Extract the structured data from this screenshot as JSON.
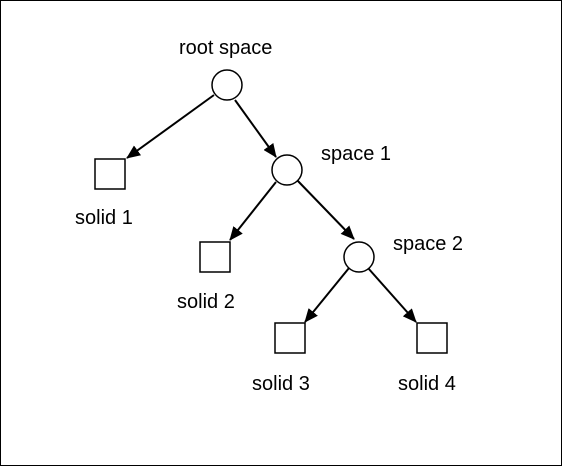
{
  "diagram": {
    "nodes": {
      "root_space": {
        "label": "root space",
        "shape": "circle"
      },
      "space_1": {
        "label": "space 1",
        "shape": "circle"
      },
      "space_2": {
        "label": "space 2",
        "shape": "circle"
      },
      "solid_1": {
        "label": "solid 1",
        "shape": "square"
      },
      "solid_2": {
        "label": "solid 2",
        "shape": "square"
      },
      "solid_3": {
        "label": "solid 3",
        "shape": "square"
      },
      "solid_4": {
        "label": "solid 4",
        "shape": "square"
      }
    },
    "edges": [
      {
        "from": "root_space",
        "to": "solid_1"
      },
      {
        "from": "root_space",
        "to": "space_1"
      },
      {
        "from": "space_1",
        "to": "solid_2"
      },
      {
        "from": "space_1",
        "to": "space_2"
      },
      {
        "from": "space_2",
        "to": "solid_3"
      },
      {
        "from": "space_2",
        "to": "solid_4"
      }
    ],
    "colors": {
      "stroke": "#000000",
      "fill": "#ffffff"
    }
  }
}
